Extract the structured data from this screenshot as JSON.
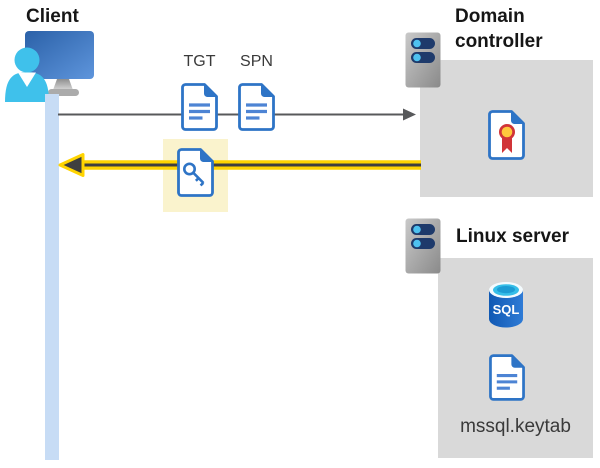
{
  "client": {
    "label": "Client"
  },
  "flow": {
    "tgt_label": "TGT",
    "spn_label": "SPN"
  },
  "domain_controller": {
    "label": "Domain controller"
  },
  "linux_server": {
    "label": "Linux server",
    "sql_badge": "SQL",
    "keytab_filename": "mssql.keytab"
  },
  "colors": {
    "document_blue": "#2E74C6",
    "panel_gray": "#D9D9D9",
    "highlight_yellow_box": "#FAF3CD",
    "arrow_yellow": "#FFD400",
    "arrow_gray": "#58595B",
    "person_cyan": "#3FC1EB",
    "lifeline_blue": "#C7DCF5",
    "server_bar_navy": "#1E3A6B",
    "certificate_red": "#D13438",
    "certificate_gold": "#FFC83D",
    "sql_blue": "#1159B3"
  }
}
